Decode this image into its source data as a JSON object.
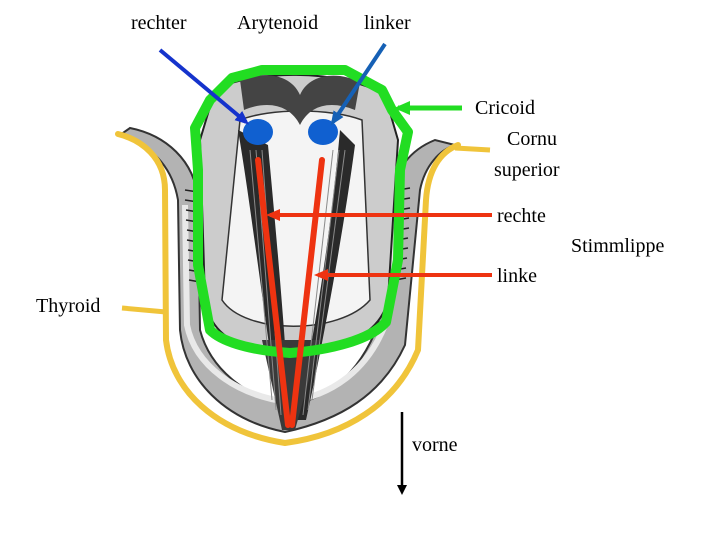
{
  "labels": {
    "rechter": "rechter",
    "arytenoid": "Arytenoid",
    "linker": "linker",
    "cricoid": "Cricoid",
    "cornu": "Cornu",
    "superior": "superior",
    "rechte": "rechte",
    "stimmlippe": "Stimmlippe",
    "linke": "linke",
    "thyroid": "Thyroid",
    "vorne": "vorne"
  },
  "colors": {
    "cricoid_outline": "#22dd22",
    "thyroid_outline": "#f0c43a",
    "vocal_fold": "#ee3311",
    "arytenoid_fill": "#1060d0",
    "pointer_left": "#1533cc",
    "pointer_right": "#1560b5",
    "cartilage_fill": "#b3b3b3",
    "muscle_fill": "#2a2a2a"
  },
  "icons": {
    "direction_arrow": "arrow-down-icon"
  }
}
